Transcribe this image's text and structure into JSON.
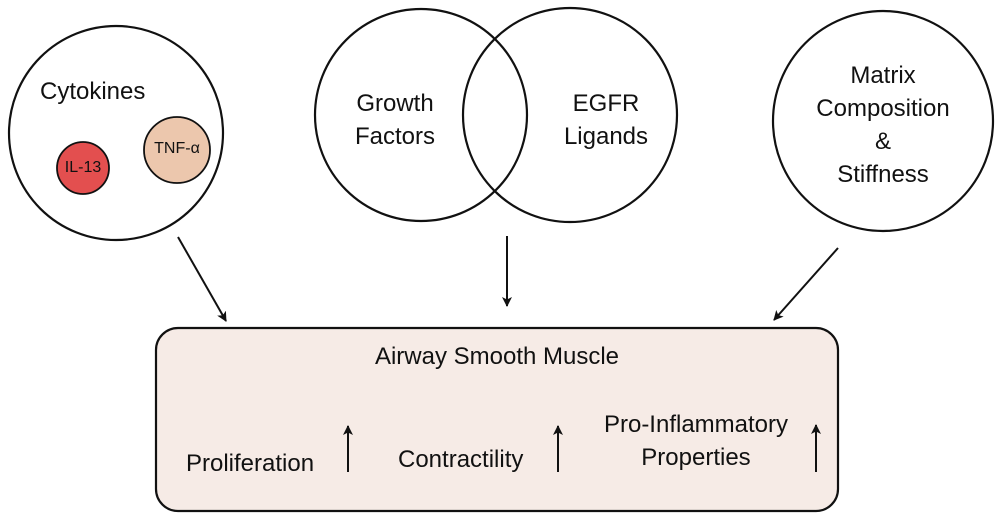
{
  "cytokines": {
    "title": "Cytokines",
    "il13": {
      "label": "IL-13",
      "color": "#e34f4f"
    },
    "tnf": {
      "label": "TNF-α",
      "color": "#ecc7ad"
    }
  },
  "venn": {
    "left": {
      "line1": "Growth",
      "line2": "Factors"
    },
    "right": {
      "line1": "EGFR",
      "line2": "Ligands"
    }
  },
  "matrix": {
    "line1": "Matrix",
    "line2": "Composition",
    "line3": "&",
    "line4": "Stiffness"
  },
  "asm": {
    "title": "Airway Smooth Muscle",
    "box_color": "#f6ebe6",
    "effects": [
      {
        "label": "Proliferation"
      },
      {
        "label": "Contractility"
      },
      {
        "line1": "Pro-Inflammatory",
        "line2": "Properties"
      }
    ]
  }
}
